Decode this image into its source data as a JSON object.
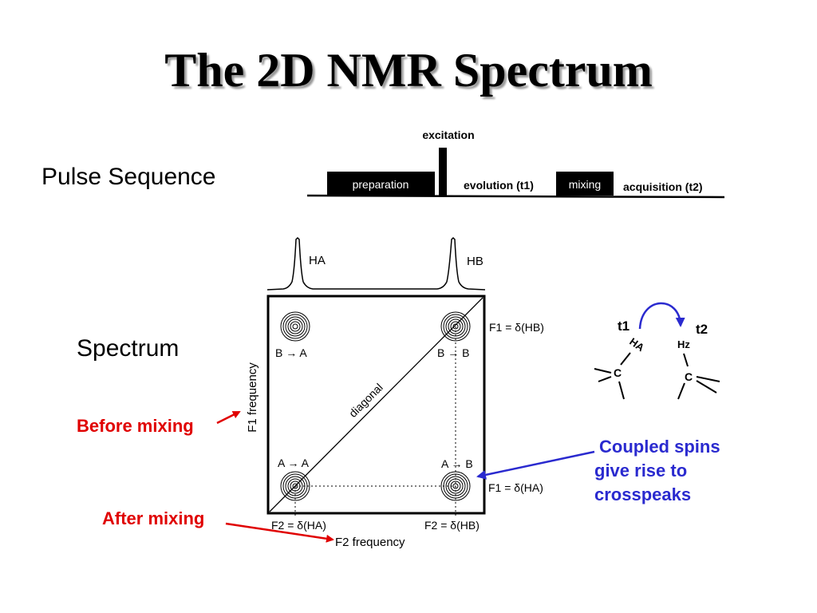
{
  "slide": {
    "title": "The 2D NMR Spectrum",
    "pulse_sequence_label": "Pulse Sequence",
    "spectrum_label": "Spectrum"
  },
  "pulse_sequence": {
    "excitation": "excitation",
    "preparation": "preparation",
    "evolution": "evolution (t1)",
    "mixing": "mixing",
    "acquisition": "acquisition (t2)"
  },
  "spectrum": {
    "peak_a_label": "HA",
    "peak_b_label": "HB",
    "diagonal_label": "diagonal",
    "peak_ba": "B → A",
    "peak_bb": "B → B",
    "peak_aa": "A → A",
    "peak_ab": "A → B",
    "f1_hb": "F1 = δ(HB)",
    "f1_ha": "F1 = δ(HA)",
    "f2_ha": "F2 = δ(HA)",
    "f2_hb": "F2 = δ(HB)",
    "f1_axis": "F1 frequency",
    "f2_axis": "F2 frequency"
  },
  "molecule": {
    "t1": "t1",
    "t2": "t2",
    "ha": "HA",
    "hz": "Hz",
    "c_left": "C",
    "c_right": "C"
  },
  "annotations": {
    "before_mixing": "Before mixing",
    "after_mixing": "After mixing",
    "coupled_line1": "Coupled spins",
    "coupled_line2": "give rise to",
    "coupled_line3": "crosspeaks"
  },
  "colors": {
    "red": "#e00000",
    "blue": "#2a2acf"
  }
}
